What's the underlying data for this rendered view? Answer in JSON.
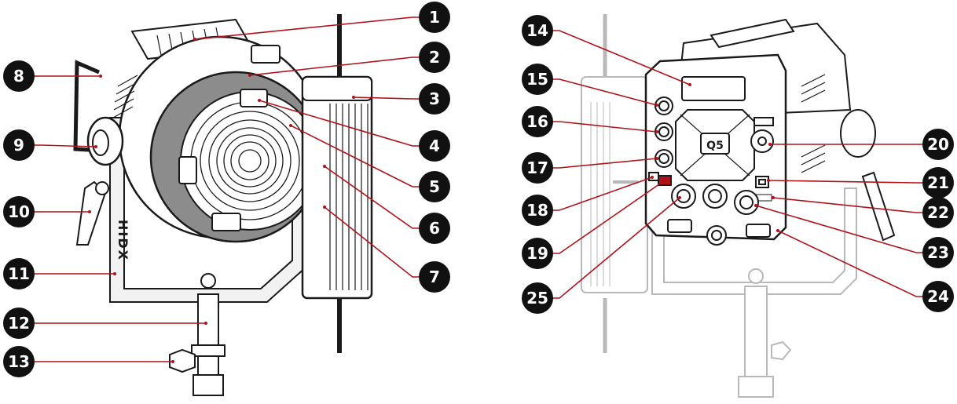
{
  "callouts": [
    {
      "n": "1"
    },
    {
      "n": "2"
    },
    {
      "n": "3"
    },
    {
      "n": "4"
    },
    {
      "n": "5"
    },
    {
      "n": "6"
    },
    {
      "n": "7"
    },
    {
      "n": "8"
    },
    {
      "n": "9"
    },
    {
      "n": "10"
    },
    {
      "n": "11"
    },
    {
      "n": "12"
    },
    {
      "n": "13"
    },
    {
      "n": "14"
    },
    {
      "n": "15"
    },
    {
      "n": "16"
    },
    {
      "n": "17"
    },
    {
      "n": "18"
    },
    {
      "n": "19"
    },
    {
      "n": "20"
    },
    {
      "n": "21"
    },
    {
      "n": "22"
    },
    {
      "n": "23"
    },
    {
      "n": "24"
    },
    {
      "n": "25"
    }
  ],
  "product_marks": {
    "side_logo": "HIDX",
    "rear_logo": "Q5"
  },
  "colors": {
    "leader": "#b0121b",
    "badge": "#111111",
    "badge_text": "#ffffff",
    "line_art": "#1a1a1a",
    "ghost_art": "#b8b8b8",
    "lens_fill": "#8c8c8c"
  }
}
